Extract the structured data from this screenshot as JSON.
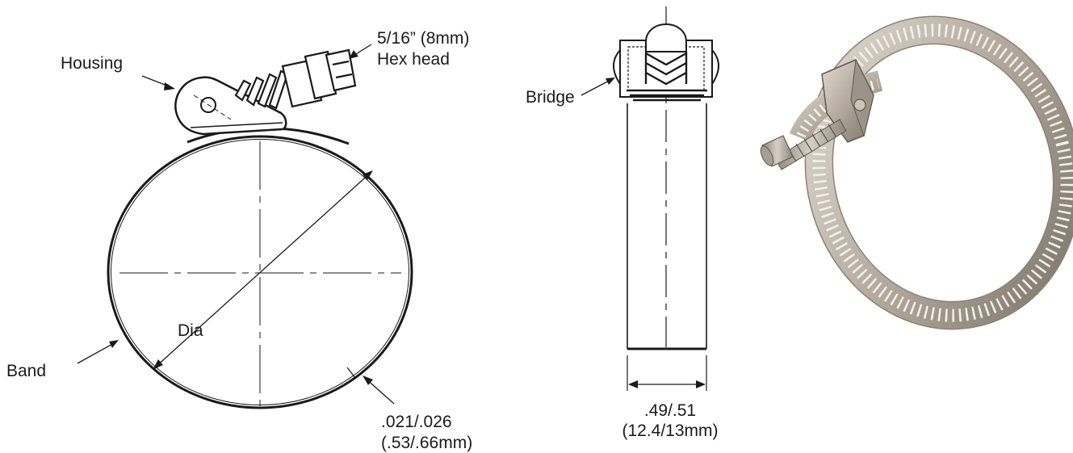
{
  "labels": {
    "hex_head_size": "5/16” (8mm)",
    "hex_head_name": "Hex head",
    "housing": "Housing",
    "bridge": "Bridge",
    "dia": "Dia",
    "band": "Band",
    "thickness_in": ".021/.026",
    "thickness_mm": "(.53/.66mm)",
    "width_in": ".49/.51",
    "width_mm": "(12.4/13mm)"
  },
  "colors": {
    "line": "#1a1a1a",
    "steel_light": "#d8d2c8",
    "steel_mid": "#a79e91",
    "steel_dark": "#6e665c"
  }
}
